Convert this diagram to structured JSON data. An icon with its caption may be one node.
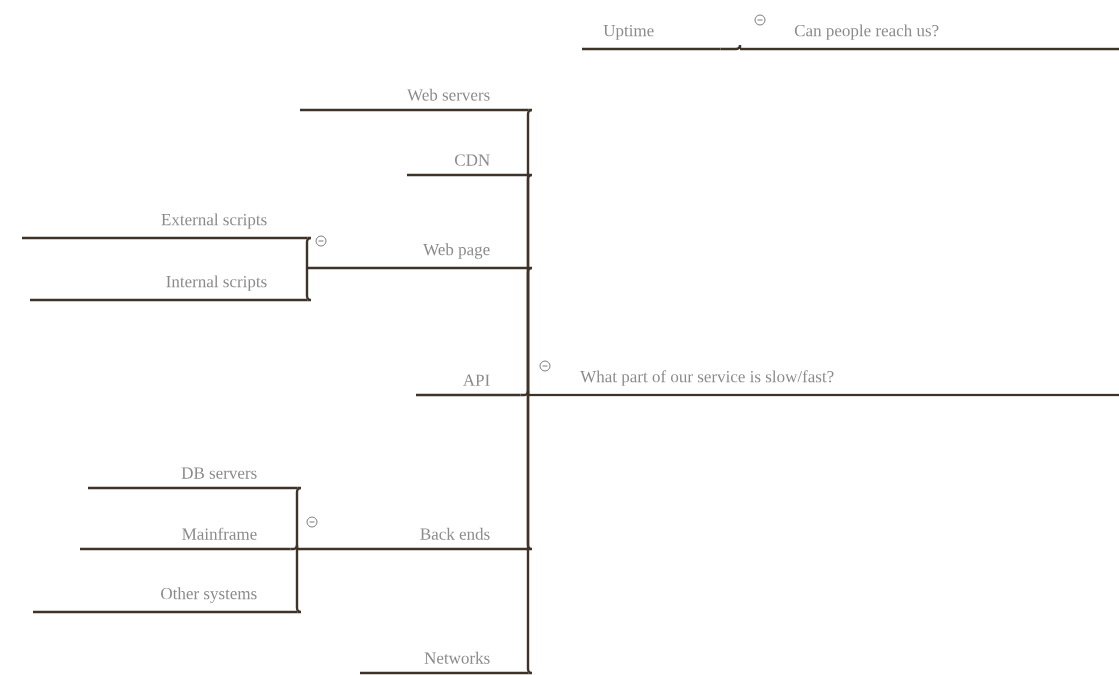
{
  "diagram": {
    "nodes": [
      {
        "text": [
          "Can people reach us?"
        ]
      },
      {
        "text": [
          "Uptime"
        ]
      },
      {
        "text": [
          "What part of our service is slow/fast?"
        ]
      },
      {
        "text": [
          "Web servers"
        ]
      },
      {
        "text": [
          "CDN"
        ]
      },
      {
        "text": [
          "Web page"
        ]
      },
      {
        "text": [
          "External scripts"
        ]
      },
      {
        "text": [
          "Internal scripts"
        ]
      },
      {
        "text": [
          "API"
        ]
      },
      {
        "text": [
          "Back ends"
        ]
      },
      {
        "text": [
          "DB servers"
        ]
      },
      {
        "text": [
          "Mainframe"
        ]
      },
      {
        "text": [
          "Other systems"
        ]
      },
      {
        "text": [
          "Networks"
        ]
      }
    ],
    "edges": [
      {
        "from": 0,
        "to": 1,
        "arrow": "none"
      },
      {
        "from": 2,
        "to": 3,
        "arrow": "none"
      },
      {
        "from": 2,
        "to": 4,
        "arrow": "none"
      },
      {
        "from": 2,
        "to": 5,
        "arrow": "none"
      },
      {
        "from": 5,
        "to": 6,
        "arrow": "none"
      },
      {
        "from": 5,
        "to": 7,
        "arrow": "none"
      },
      {
        "from": 2,
        "to": 8,
        "arrow": "none"
      },
      {
        "from": 2,
        "to": 9,
        "arrow": "none"
      },
      {
        "from": 9,
        "to": 10,
        "arrow": "none"
      },
      {
        "from": 9,
        "to": 11,
        "arrow": "none"
      },
      {
        "from": 9,
        "to": 12,
        "arrow": "none"
      },
      {
        "from": 2,
        "to": 13,
        "arrow": "none"
      }
    ]
  }
}
